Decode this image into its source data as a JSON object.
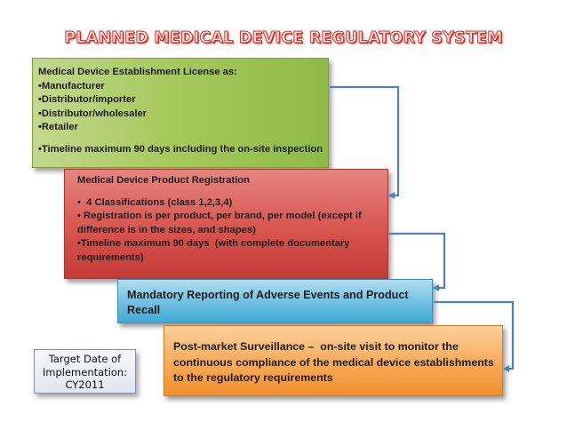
{
  "title": "PLANNED MEDICAL DEVICE REGULATORY SYSTEM",
  "boxes": {
    "establishment_license": {
      "lines": [
        "Medical Device Establishment License as:",
        "•Manufacturer",
        "•Distributor/importer",
        "•Distributor/wholesaler",
        "•Retailer",
        "",
        "•Timeline maximum 90 days including the on-site inspection"
      ]
    },
    "product_registration": {
      "lines": [
        "Medical Device Product Registration",
        "",
        "•  4 Classifications (class 1,2,3,4)",
        "• Registration is per product, per brand, per model (except if",
        "difference is in the sizes, and shapes)",
        "•Timeline maximum 90 days  (with complete documentary",
        "requirements)"
      ]
    },
    "adverse_events": {
      "lines": [
        "Mandatory Reporting of Adverse Events and Product",
        "Recall"
      ]
    },
    "post_market": {
      "lines": [
        "Post-market Surveillance –  on-site visit to monitor the",
        "continuous compliance of the medical device establishments",
        "to the regulatory requirements"
      ]
    }
  },
  "target_date": {
    "lines": [
      "Target Date of",
      "Implementation:",
      "CY2011"
    ]
  },
  "colors": {
    "title_outline": "#d9362b",
    "green_box": "#9bc152",
    "red_box": "#d24b46",
    "blue_box": "#4bacd6",
    "orange_box": "#f79646",
    "connector": "#4f81bd"
  }
}
